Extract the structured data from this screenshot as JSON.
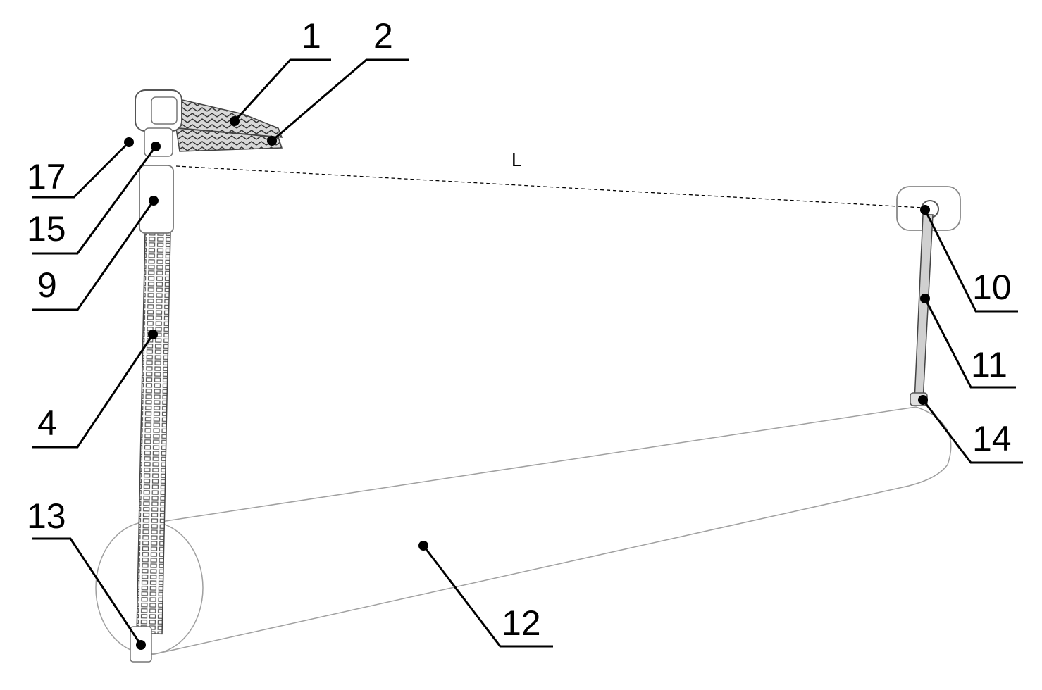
{
  "figure": {
    "labels": {
      "part_1": "1",
      "part_2": "2",
      "part_4": "4",
      "part_9": "9",
      "part_10": "10",
      "part_11": "11",
      "part_12": "12",
      "part_13": "13",
      "part_14": "14",
      "part_15": "15",
      "part_17": "17"
    },
    "dimension_label": "L"
  },
  "colors": {
    "line": "#000000",
    "outline": "#808080",
    "light_outline": "#b0b0b0",
    "background": "#ffffff"
  }
}
